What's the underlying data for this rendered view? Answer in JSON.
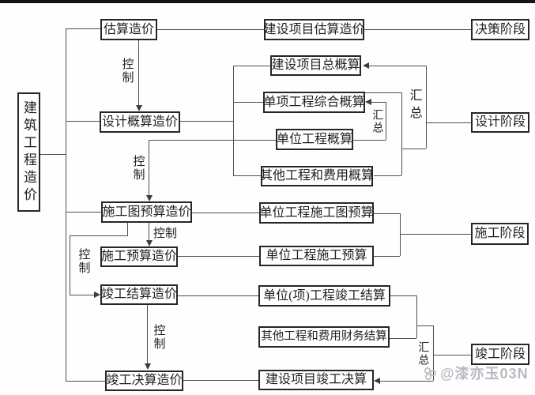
{
  "nodes": {
    "root": "建筑工程造价",
    "estimate": "估算造价",
    "design_budget": "设计概算造价",
    "drawing_budget": "施工图预算造价",
    "construction_budget": "施工预算造价",
    "completion_settlement": "竣工结算造价",
    "final_account": "竣工决算造价",
    "project_estimate": "建设项目估算造价",
    "project_total": "建设项目总概算",
    "single_comprehensive": "单项工程综合概算",
    "unit_budget": "单位工程概算",
    "other_budget": "其他工程和费用概算",
    "unit_drawing": "单位工程施工图预算",
    "unit_construction": "单位工程施工预算",
    "unit_settlement": "单位(项)工程竣工结算",
    "other_settlement": "其他工程和费用财务结算",
    "project_final": "建设项目竣工决算",
    "stage_decision": "决策阶段",
    "stage_design": "设计阶段",
    "stage_construction": "施工阶段",
    "stage_completion": "竣工阶段"
  },
  "edge_labels": {
    "control": "控制",
    "summary": "汇总"
  },
  "watermark": {
    "text": "@漆亦玉03N"
  },
  "colors": {
    "line": "#4f4f4f",
    "box_border": "#262626",
    "text": "#1f1f1f",
    "watermark": "#b7bbc1",
    "top_band": "#141414"
  }
}
